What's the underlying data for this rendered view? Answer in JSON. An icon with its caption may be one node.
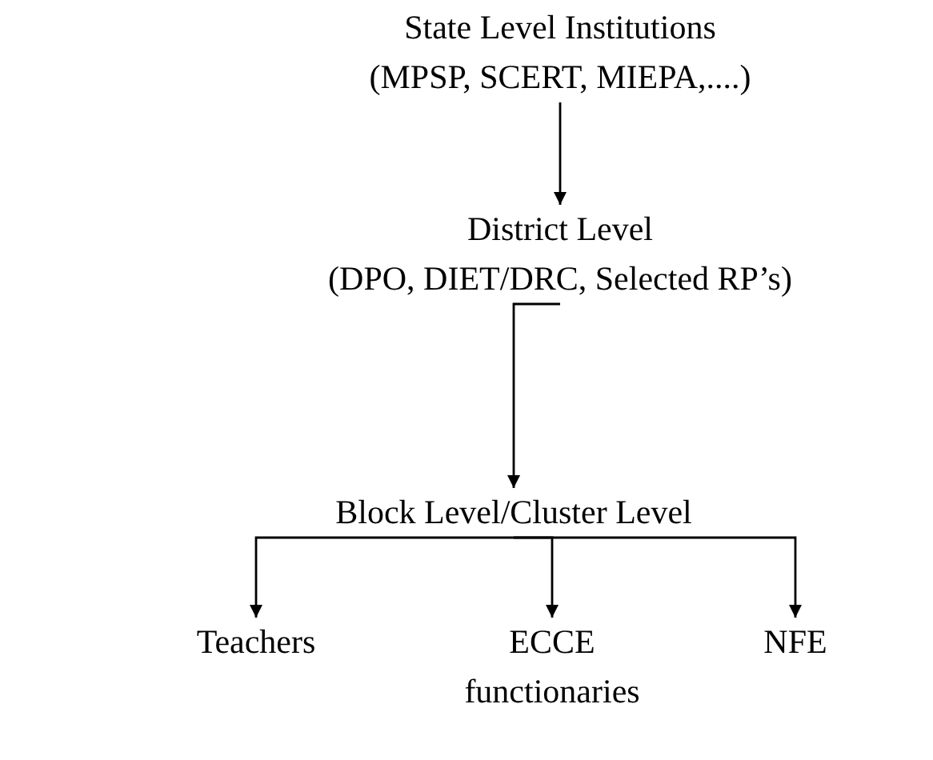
{
  "diagram": {
    "nodes": [
      {
        "text": [
          "State Level Institutions",
          "(MPSP, SCERT, MIEPA,....)"
        ]
      },
      {
        "text": [
          "District Level",
          "(DPO, DIET/DRC, Selected RP’s)"
        ]
      },
      {
        "text": [
          "Block Level/Cluster Level"
        ]
      },
      {
        "text": [
          "Teachers"
        ]
      },
      {
        "text": [
          "ECCE functionaries"
        ]
      },
      {
        "text": [
          "NFE"
        ]
      }
    ],
    "edges": [
      {
        "from": 0,
        "to": 1,
        "arrow": "to"
      },
      {
        "from": 1,
        "to": 2,
        "arrow": "to"
      },
      {
        "from": 2,
        "to": 3,
        "arrow": "to"
      },
      {
        "from": 2,
        "to": 4,
        "arrow": "to"
      },
      {
        "from": 2,
        "to": 5,
        "arrow": "to"
      }
    ]
  }
}
